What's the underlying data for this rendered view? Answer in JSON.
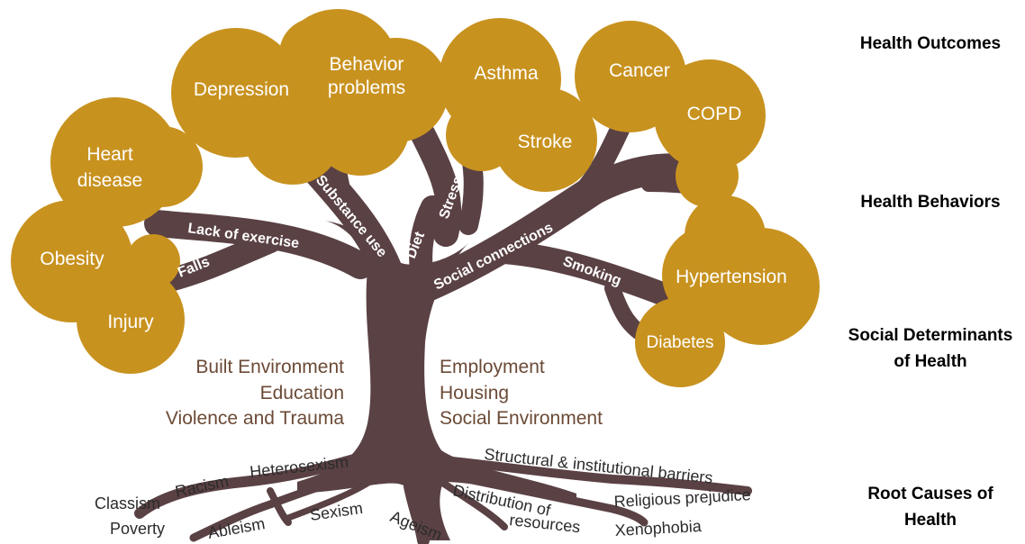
{
  "colors": {
    "leaf": "#c8921f",
    "trunk": "#5a4144",
    "sdoh_text": "#6b4a36",
    "root_text": "#2b2b2b",
    "side_text": "#000000"
  },
  "levels": {
    "outcomes": "Health Outcomes",
    "behaviors": "Health Behaviors",
    "sdoh_line1": "Social Determinants",
    "sdoh_line2": "of Health",
    "roots_line1": "Root Causes of",
    "roots_line2": "Health"
  },
  "outcomes": {
    "depression": "Depression",
    "behavior_line1": "Behavior",
    "behavior_line2": "problems",
    "asthma": "Asthma",
    "stroke": "Stroke",
    "cancer": "Cancer",
    "copd": "COPD",
    "heart_line1": "Heart",
    "heart_line2": "disease",
    "obesity": "Obesity",
    "injury": "Injury",
    "hypertension": "Hypertension",
    "diabetes": "Diabetes"
  },
  "behaviors": {
    "lack_of_exercise": "Lack of exercise",
    "falls": "Falls",
    "substance_use": "Substance use",
    "diet": "Diet",
    "stress": "Stress",
    "social_connections": "Social connections",
    "smoking": "Smoking"
  },
  "social_determinants": {
    "left": [
      "Built Environment",
      "Education",
      "Violence and Trauma"
    ],
    "right": [
      "Employment",
      "Housing",
      "Social Environment"
    ]
  },
  "root_causes": {
    "heterosexism": "Heterosexism",
    "racism": "Racism",
    "classism": "Classism",
    "poverty": "Poverty",
    "ableism": "Ableism",
    "sexism": "Sexism",
    "ageism": "Ageism",
    "distribution_line1": "Distribution of",
    "distribution_line2": "resources",
    "structural": "Structural & institutional barriers",
    "religious": "Religious prejudice",
    "xenophobia": "Xenophobia"
  }
}
